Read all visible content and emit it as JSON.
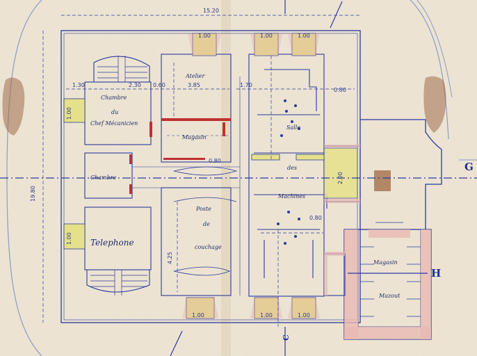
{
  "plan": {
    "overall_width": "15.20",
    "overall_height": "19.80",
    "axis_letters": {
      "g": "G",
      "h": "H",
      "c": "C"
    },
    "rooms": {
      "chambre_chef_1": "Chambre",
      "chambre_chef_2": "du",
      "chambre_chef_3": "Chef Mécanicien",
      "chambre": "Chambre",
      "telephone": "Telephone",
      "atelier": "Atelier",
      "magasin": "Magasin",
      "poste": "Poste",
      "poste_de": "de",
      "couchage": "couchage",
      "salle": "Salle",
      "salle_des": "des",
      "machines": "Machines",
      "magasin_right": "Magasin",
      "mazout": "Mazout"
    },
    "dimensions": {
      "d_left_a": "1.30",
      "d_left_b": "2.30",
      "d_atelier": "3.85",
      "d_atelier_w": "0.60",
      "d_salle_left": "1.70",
      "d_salle_right": "0.80",
      "d_win_top_1": "1.00",
      "d_win_top_2": "1.00",
      "d_win_top_3": "1.00",
      "d_win_bot_1": "1.00",
      "d_win_bot_2": "1.00",
      "d_win_bot_3": "1.00",
      "d_left_win_1": "1.00",
      "d_left_win_2": "1.00",
      "d_poste_h": "4.25",
      "d_right_h": "2.00",
      "d_small_1": "0.80",
      "d_small_2": "0.80"
    }
  }
}
